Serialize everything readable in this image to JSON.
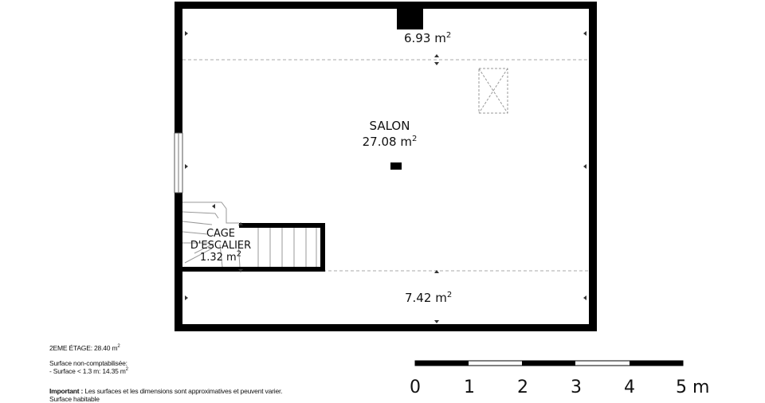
{
  "plan": {
    "rooms": [
      {
        "id": "top",
        "name": "",
        "area": "6.93",
        "unit": "m"
      },
      {
        "id": "salon",
        "name": "SALON",
        "area": "27.08",
        "unit": "m"
      },
      {
        "id": "cage",
        "name_line1": "CAGE",
        "name_line2": "D'ESCALIER",
        "area": "1.32",
        "unit": "m"
      },
      {
        "id": "bottom",
        "name": "",
        "area": "7.42",
        "unit": "m"
      }
    ],
    "area_exponent": "2"
  },
  "notes": {
    "floor_label": "2EME ÉTAGE:",
    "floor_area": "28.40 m",
    "floor_exp": "2",
    "noncount_label": "Surface non-comptabilisée:",
    "noncount_detail": "- Surface  < 1.3 m: 14.35 m",
    "noncount_exp": "2",
    "important_label": "Important :",
    "important_text": "Les surfaces et les dimensions sont approximatives et peuvent varier.",
    "cutoff_text": "Surface habitable"
  },
  "scale": {
    "ticks": [
      "0",
      "1",
      "2",
      "3",
      "4",
      "5 m"
    ]
  }
}
